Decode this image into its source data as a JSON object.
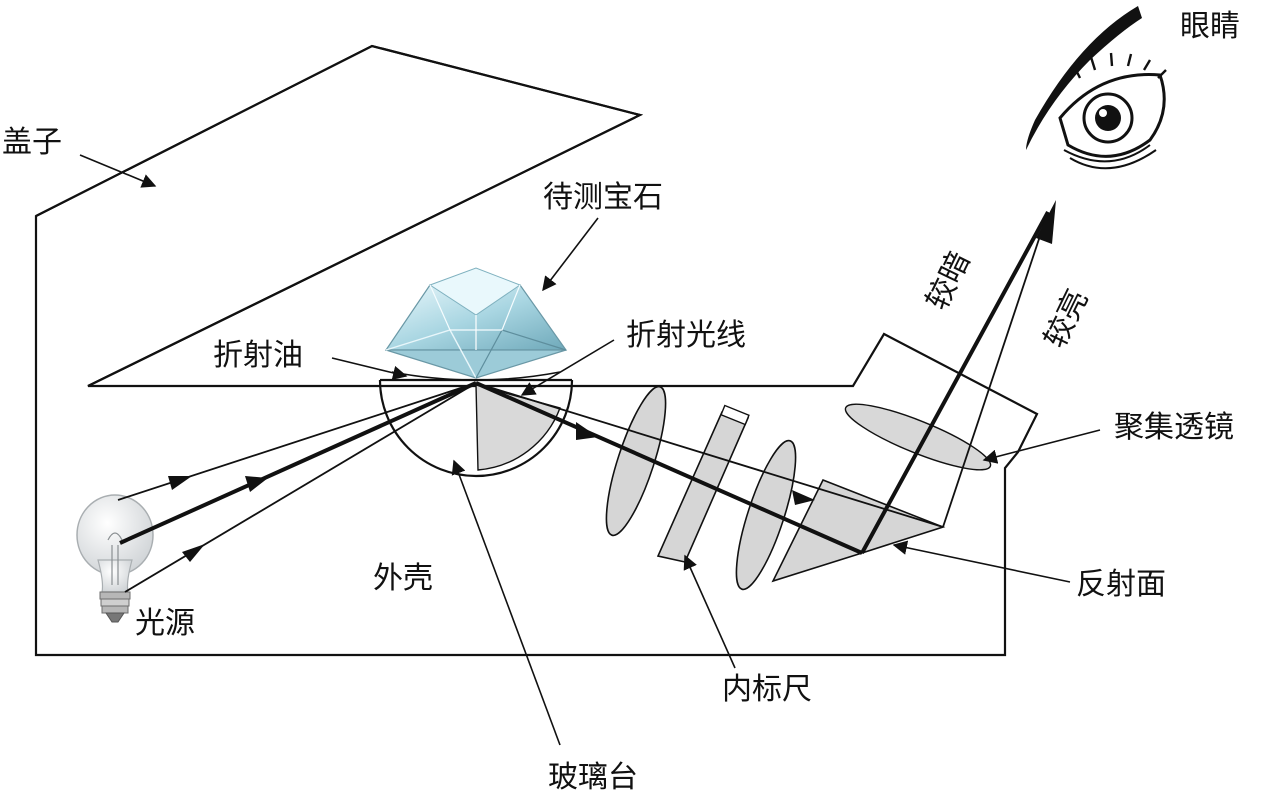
{
  "labels": {
    "lid": "盖子",
    "gem": "待测宝石",
    "refractive_oil": "折射油",
    "refracted_ray": "折射光线",
    "housing": "外壳",
    "light_source": "光源",
    "glass_table": "玻璃台",
    "inner_scale": "内标尺",
    "reflective_surface": "反射面",
    "focusing_lens": "聚集透镜",
    "eye": "眼睛",
    "darker": "较暗",
    "brighter": "较亮"
  },
  "colors": {
    "line": "#111111",
    "fill_grey": "#d6d6d6",
    "gem": "#bfe3ea"
  },
  "icons": [
    "light-bulb-icon",
    "eye-icon",
    "diamond-gem-icon"
  ]
}
